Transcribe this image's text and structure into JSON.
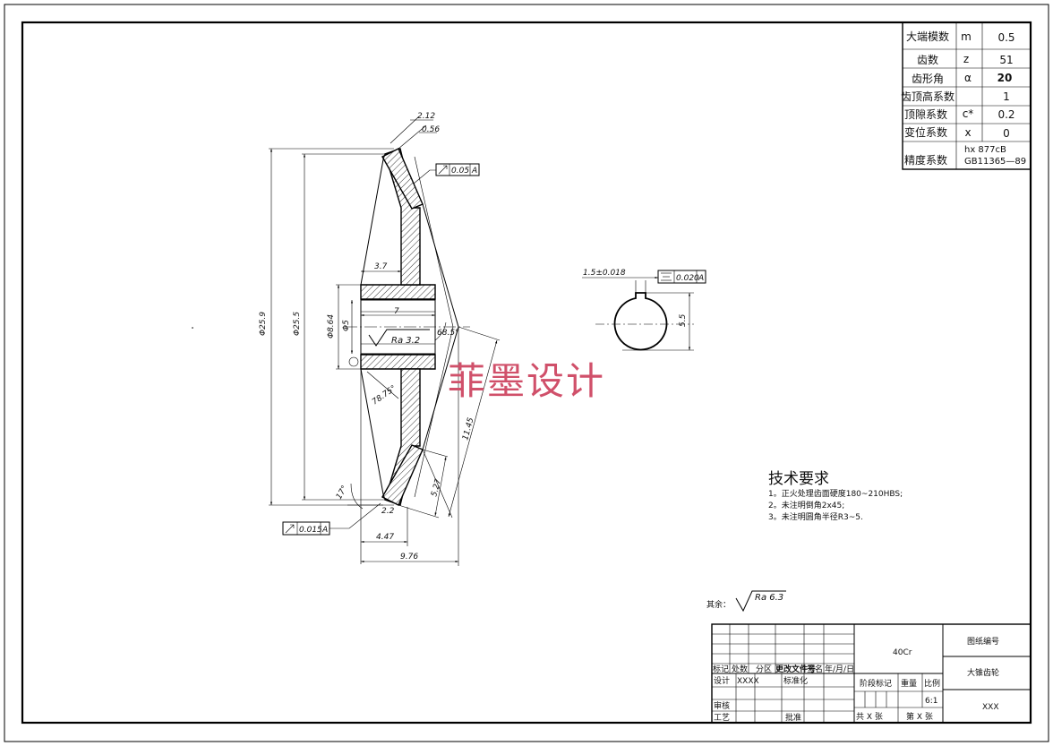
{
  "params_table": {
    "rows": [
      {
        "label": "大端模数",
        "symbol": "m",
        "value": "0.5"
      },
      {
        "label": "齿数",
        "symbol": "z",
        "value": "51"
      },
      {
        "label": "齿形角",
        "symbol": "α",
        "value": "20"
      },
      {
        "label": "齿顶高系数",
        "symbol": "",
        "value": "1"
      },
      {
        "label": "顶隙系数",
        "symbol": "c*",
        "value": "0.2"
      },
      {
        "label": "变位系数",
        "symbol": "x",
        "value": "0"
      }
    ],
    "precision": {
      "label": "精度系数",
      "line1": "hx 877cB",
      "line2": "GB11365—89"
    }
  },
  "dims": {
    "d_outer": "Φ25.9",
    "d_pitch": "Φ25.5",
    "d_hub": "Φ8.64",
    "d_bore": "Φ5",
    "len7": "7",
    "hub_37": "3.7",
    "ra32": "Ra 3.2",
    "angle_685": "68.5°",
    "angle_7875": "78.75°",
    "cone_len": "11.45",
    "face_527": "5.27",
    "w_447": "4.47",
    "w_976": "9.76",
    "angle_17": "17°",
    "v_212": "2.12",
    "v_056": "0.56",
    "v_22": "2.2",
    "tol_top": "0.05",
    "tol_bottom": "0.015",
    "datum": "A",
    "key_width": "1.5±0.018",
    "key_tol": "0.020",
    "key_depth": "5.5"
  },
  "watermark": "菲墨设计",
  "tech_req": {
    "title": "技术要求",
    "items": [
      "1。正火处理齿面硬度180~210HBS;",
      "2。未注明倒角2x45;",
      "3。未注明圆角半径R3~5."
    ]
  },
  "roughness_note": {
    "label": "其余：",
    "value": "Ra 6.3"
  },
  "title_block": {
    "material": "40Cr",
    "drawing_no": "图纸编号",
    "part_name": "大锥齿轮",
    "company": "XXX",
    "hdr_mark": "标记",
    "hdr_count": "处数",
    "hdr_zone": "分区",
    "hdr_change": "更改文件号",
    "hdr_sign": "签名",
    "hdr_date": "年/月/日",
    "design": "设计",
    "designer": "XXXX",
    "standard": "标准化",
    "stage": "阶段标记",
    "weight": "重量",
    "scale_label": "比例",
    "scale": "6:1",
    "review": "审核",
    "process": "工艺",
    "approve": "批准",
    "sheets_total": "共 X 张",
    "sheet_no": "第 X 张"
  }
}
